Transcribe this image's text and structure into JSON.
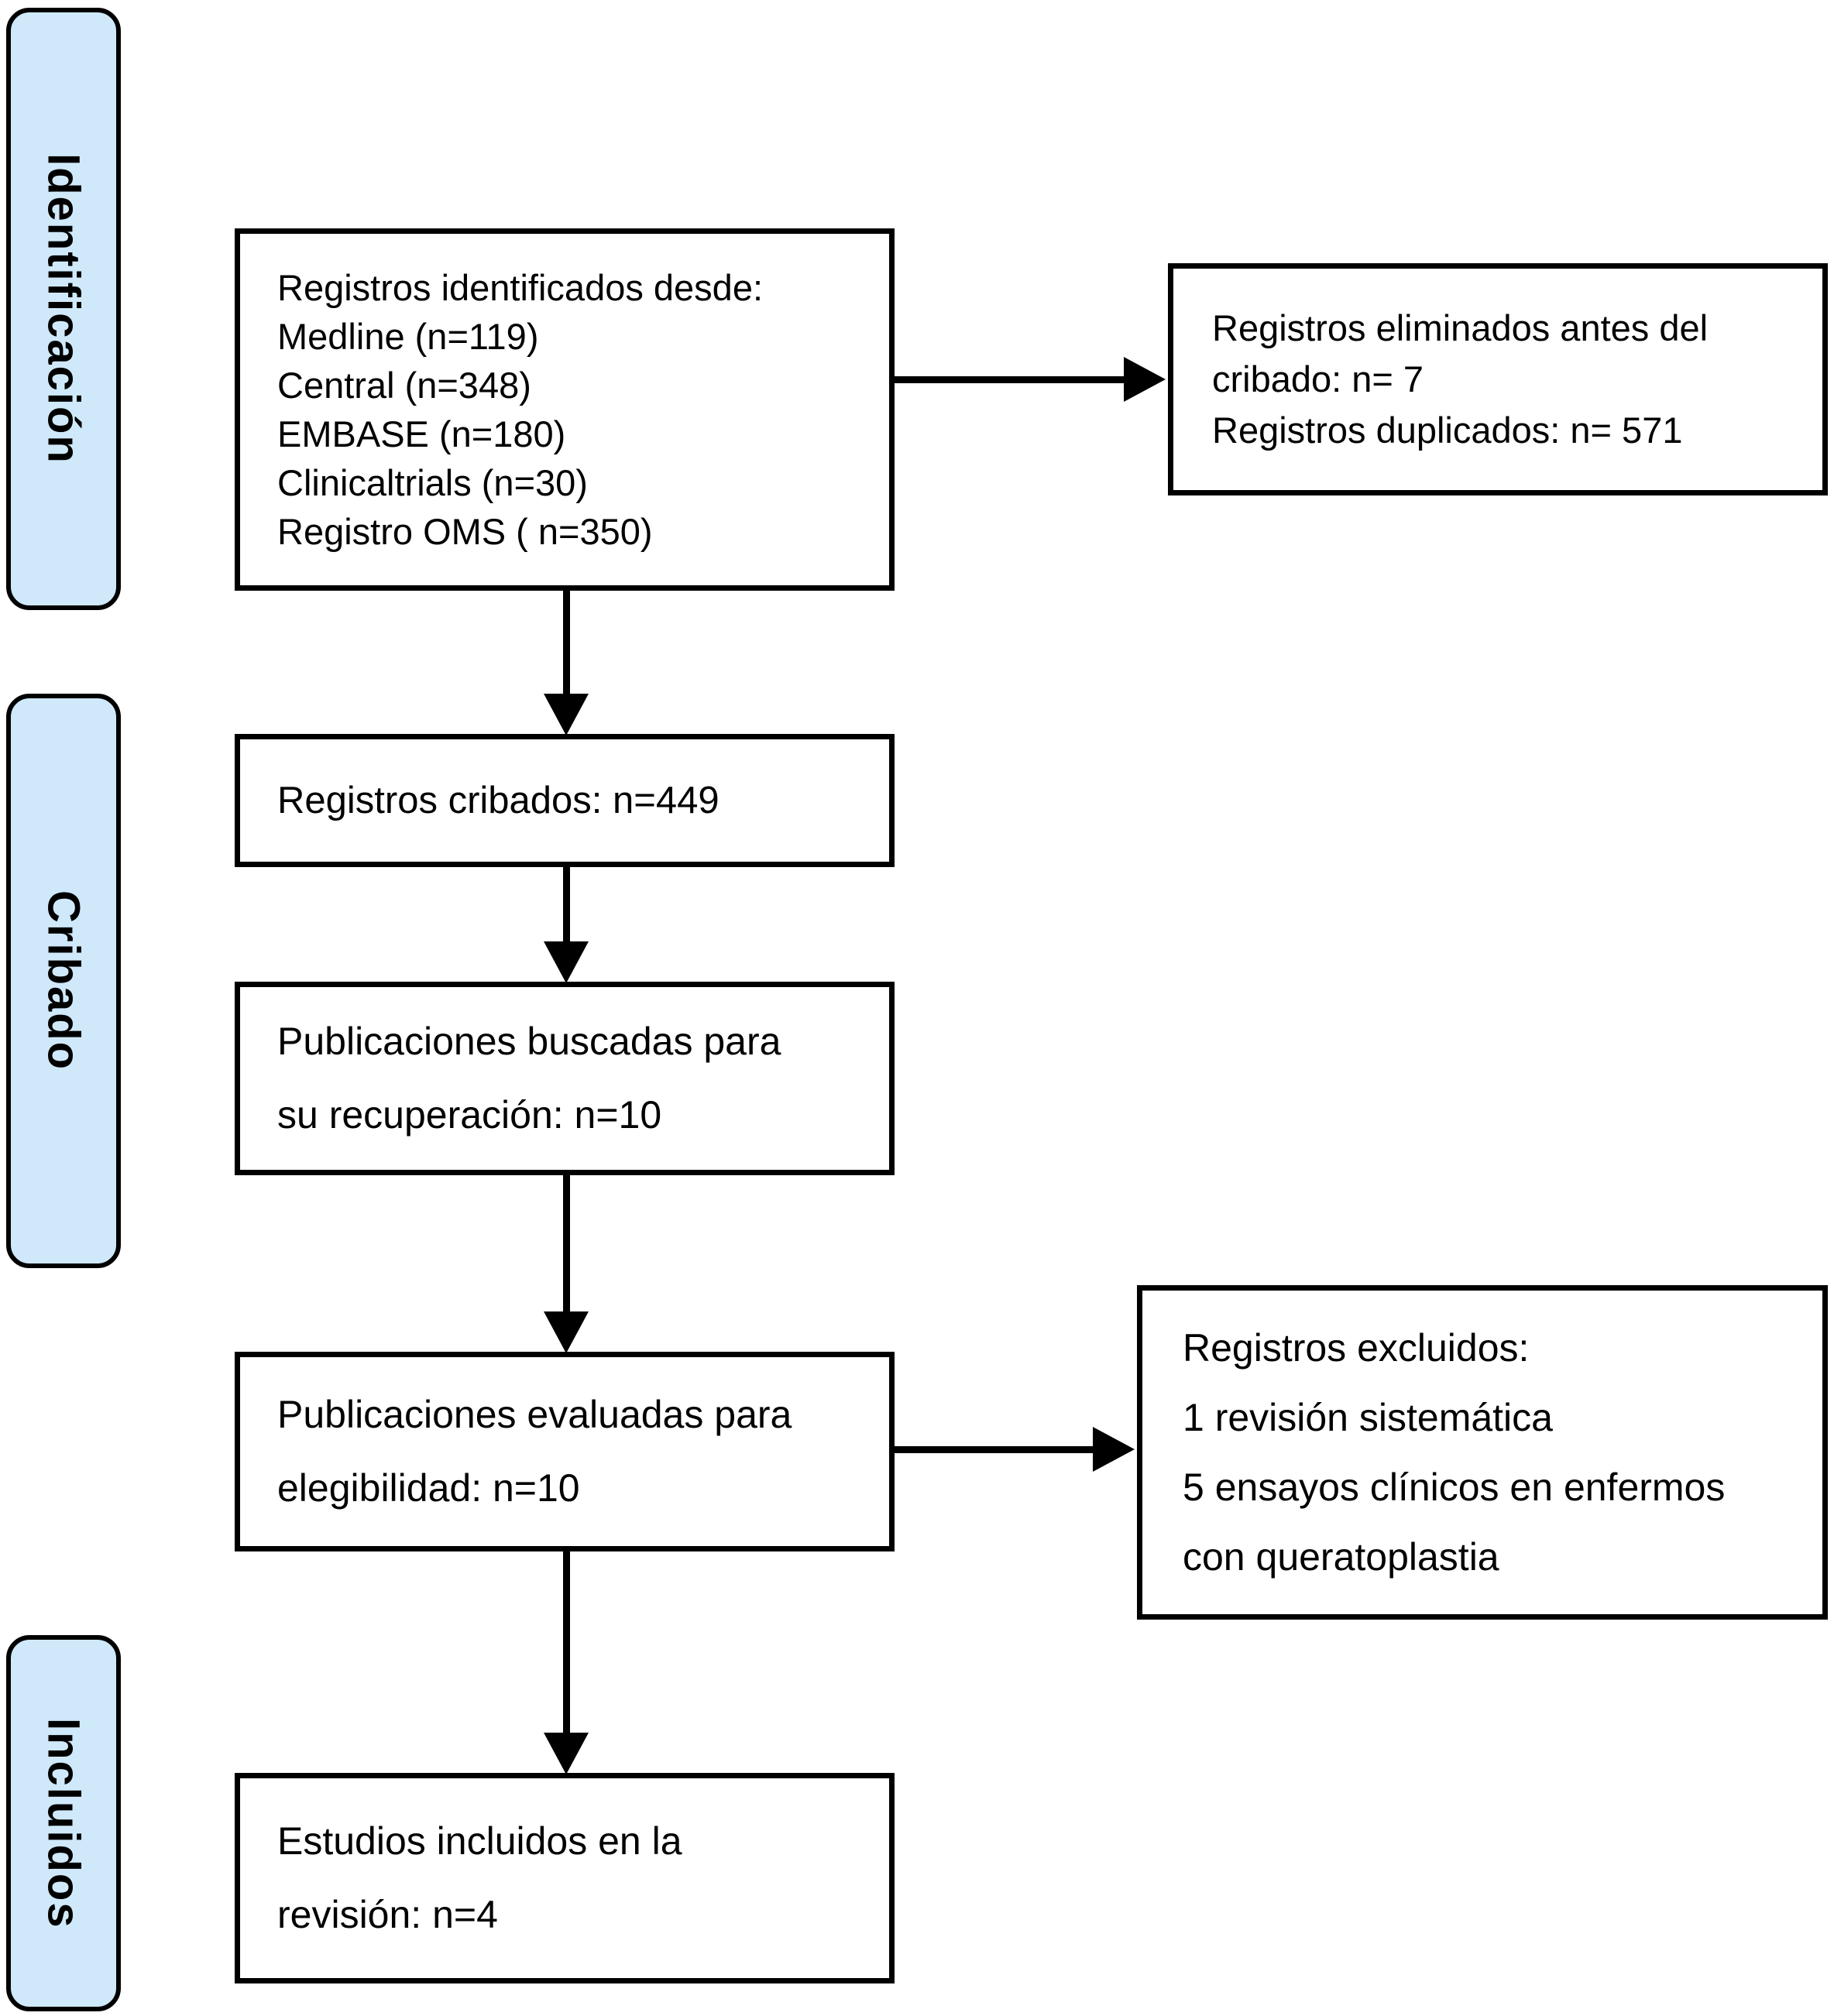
{
  "colors": {
    "stage_fill": "#cfe9fa",
    "stage_border": "#000000",
    "box_border": "#000000",
    "arrow": "#000000",
    "background": "#ffffff"
  },
  "stages": [
    {
      "label": "Identificación"
    },
    {
      "label": "Cribado"
    },
    {
      "label": "Incluidos"
    }
  ],
  "boxes": {
    "identified": {
      "lines": [
        "Registros identificados desde:",
        "Medline (n=119)",
        "Central (n=348)",
        "EMBASE (n=180)",
        "Clinicaltrials (n=30)",
        "Registro OMS ( n=350)"
      ]
    },
    "removed_before_screening": {
      "lines": [
        "Registros eliminados antes del",
        "cribado: n= 7",
        "Registros duplicados: n= 571"
      ]
    },
    "screened": {
      "lines": [
        "Registros cribados: n=449"
      ]
    },
    "sought_for_retrieval": {
      "lines": [
        "Publicaciones buscadas para",
        "su recuperación: n=10"
      ]
    },
    "assessed_for_eligibility": {
      "lines": [
        "Publicaciones evaluadas para",
        "elegibilidad: n=10"
      ]
    },
    "excluded": {
      "lines": [
        "Registros excluidos:",
        "1 revisión sistemática",
        "5 ensayos clínicos en enfermos",
        "con queratoplastia"
      ]
    },
    "included_in_review": {
      "lines": [
        "Estudios incluidos en la",
        "revisión: n=4"
      ]
    }
  }
}
